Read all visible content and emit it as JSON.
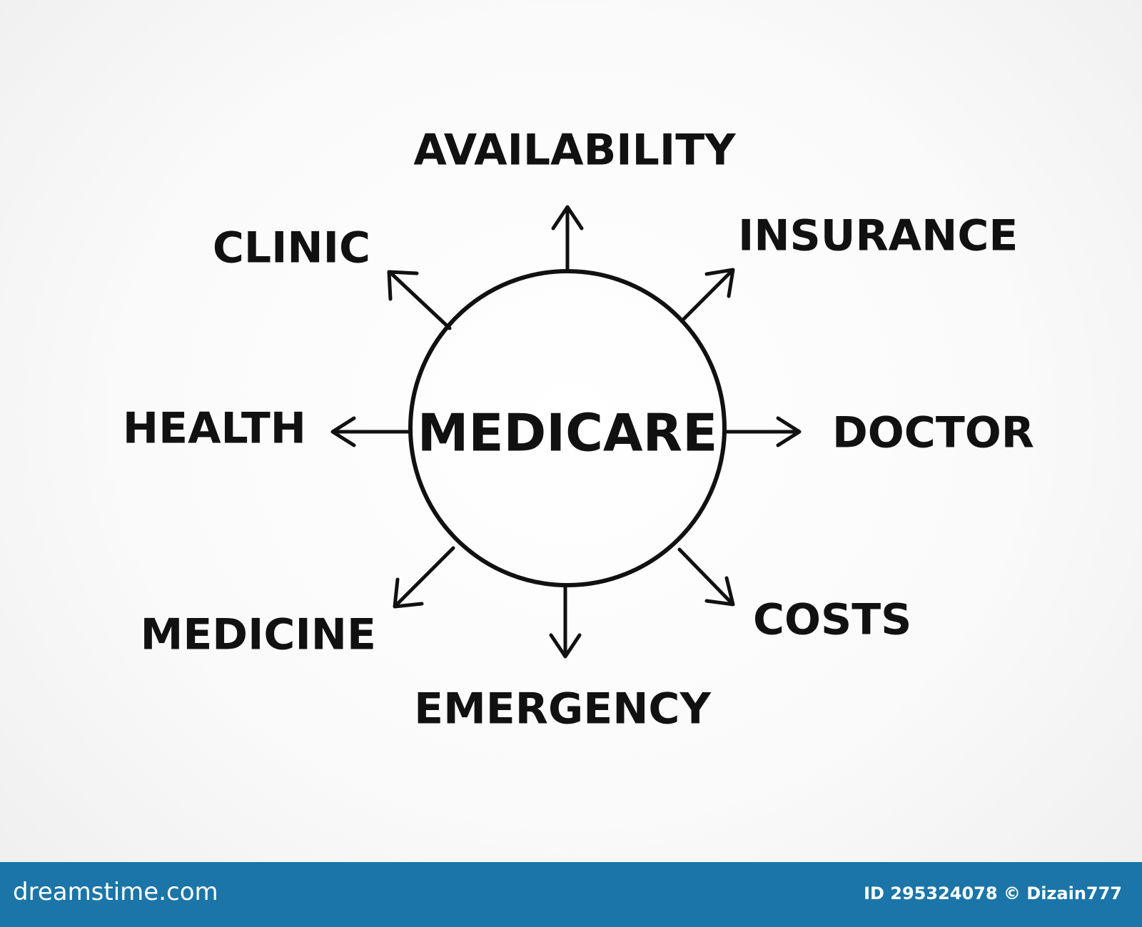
{
  "diagram": {
    "center": {
      "label": "MEDICARE",
      "color": "#e3151b"
    },
    "text_color": "#111111",
    "branches": [
      {
        "id": "availability",
        "label": "AVAILABILITY"
      },
      {
        "id": "insurance",
        "label": "INSURANCE"
      },
      {
        "id": "doctor",
        "label": "DOCTOR"
      },
      {
        "id": "costs",
        "label": "COSTS"
      },
      {
        "id": "emergency",
        "label": "EMERGENCY"
      },
      {
        "id": "medicine",
        "label": "MEDICINE"
      },
      {
        "id": "health",
        "label": "HEALTH"
      },
      {
        "id": "clinic",
        "label": "CLINIC"
      }
    ]
  },
  "footer": {
    "brand": "dreamstime.com",
    "credit": "ID 295324078 © Dizain777",
    "background": "#1b75a8"
  }
}
